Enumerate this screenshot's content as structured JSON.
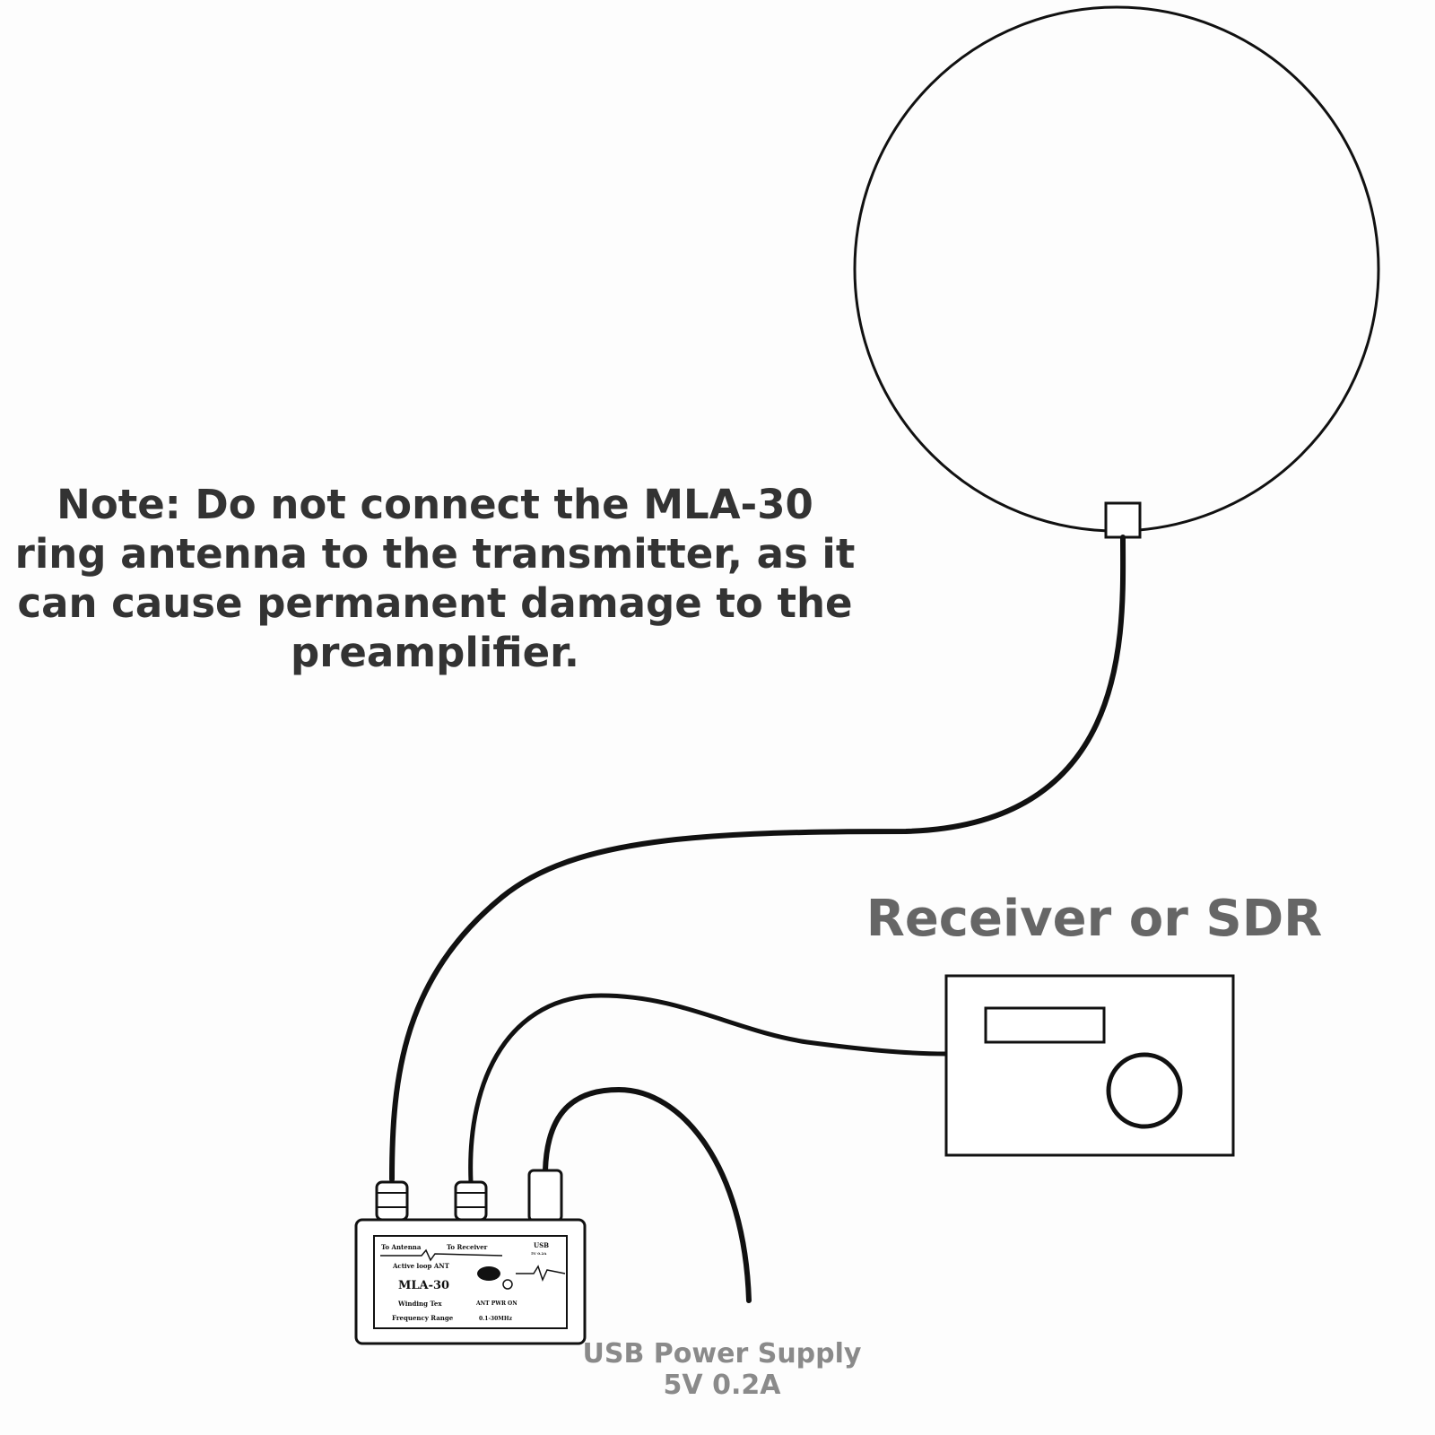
{
  "note": {
    "text": "Note: Do not connect the MLA-30 ring antenna to the transmitter, as it can cause permanent damage to the preamplifier."
  },
  "receiver": {
    "label": "Receiver or SDR"
  },
  "usb_power": {
    "line1": "USB Power Supply",
    "line2": "5V 0.2A"
  },
  "device": {
    "model": "MLA-30",
    "label_antenna": "To Antenna",
    "label_receiver": "To Receiver",
    "label_usb": "USB",
    "label_usb_sub": "5V 0.2A",
    "label_active": "Active loop ANT",
    "label_winding": "Winding Tex",
    "label_freq": "Frequency Range",
    "label_indicators": "ANT PWR ON",
    "label_range": "0.1-30MHz"
  },
  "colors": {
    "line": "#111111",
    "note_text": "#333333",
    "receiver_text": "#666666",
    "usb_text": "#8a8a8a",
    "background": "#fdfdfd"
  }
}
